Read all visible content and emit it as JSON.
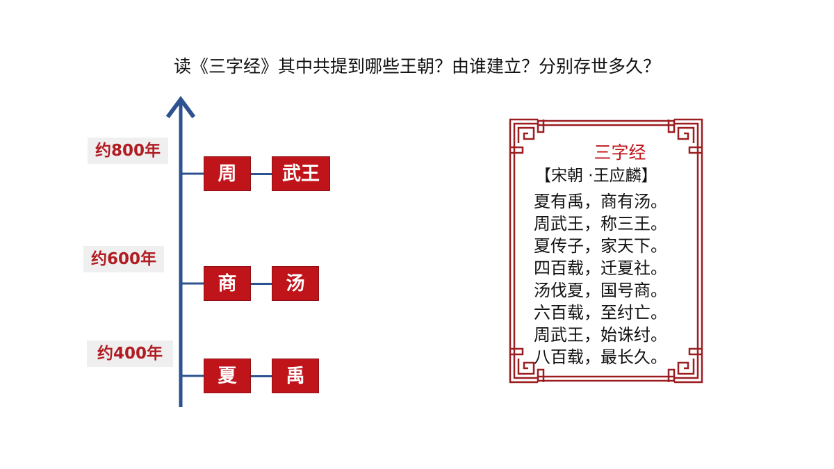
{
  "question": "读《三字经》其中共提到哪些王朝？由谁建立？分别存世多久？",
  "timeline": {
    "rows": [
      {
        "duration": "约800年",
        "dynasty": "周",
        "founder": "武王"
      },
      {
        "duration": "约600年",
        "dynasty": "商",
        "founder": "汤"
      },
      {
        "duration": "约400年",
        "dynasty": "夏",
        "founder": "禹"
      }
    ]
  },
  "poem": {
    "title": "三字经",
    "author": "【宋朝 ·王应麟】",
    "lines": [
      "夏有禹，商有汤。",
      "周武王，称三王。",
      "夏传子，家天下。",
      "四百载，迁夏社。",
      "汤伐夏，国号商。",
      "六百载，至纣亡。",
      "周武王，始诛纣。",
      "八百载，最长久。"
    ]
  },
  "colors": {
    "accent_red": "#c0141b",
    "axis_blue": "#2e528f",
    "label_bg": "#efefef"
  }
}
